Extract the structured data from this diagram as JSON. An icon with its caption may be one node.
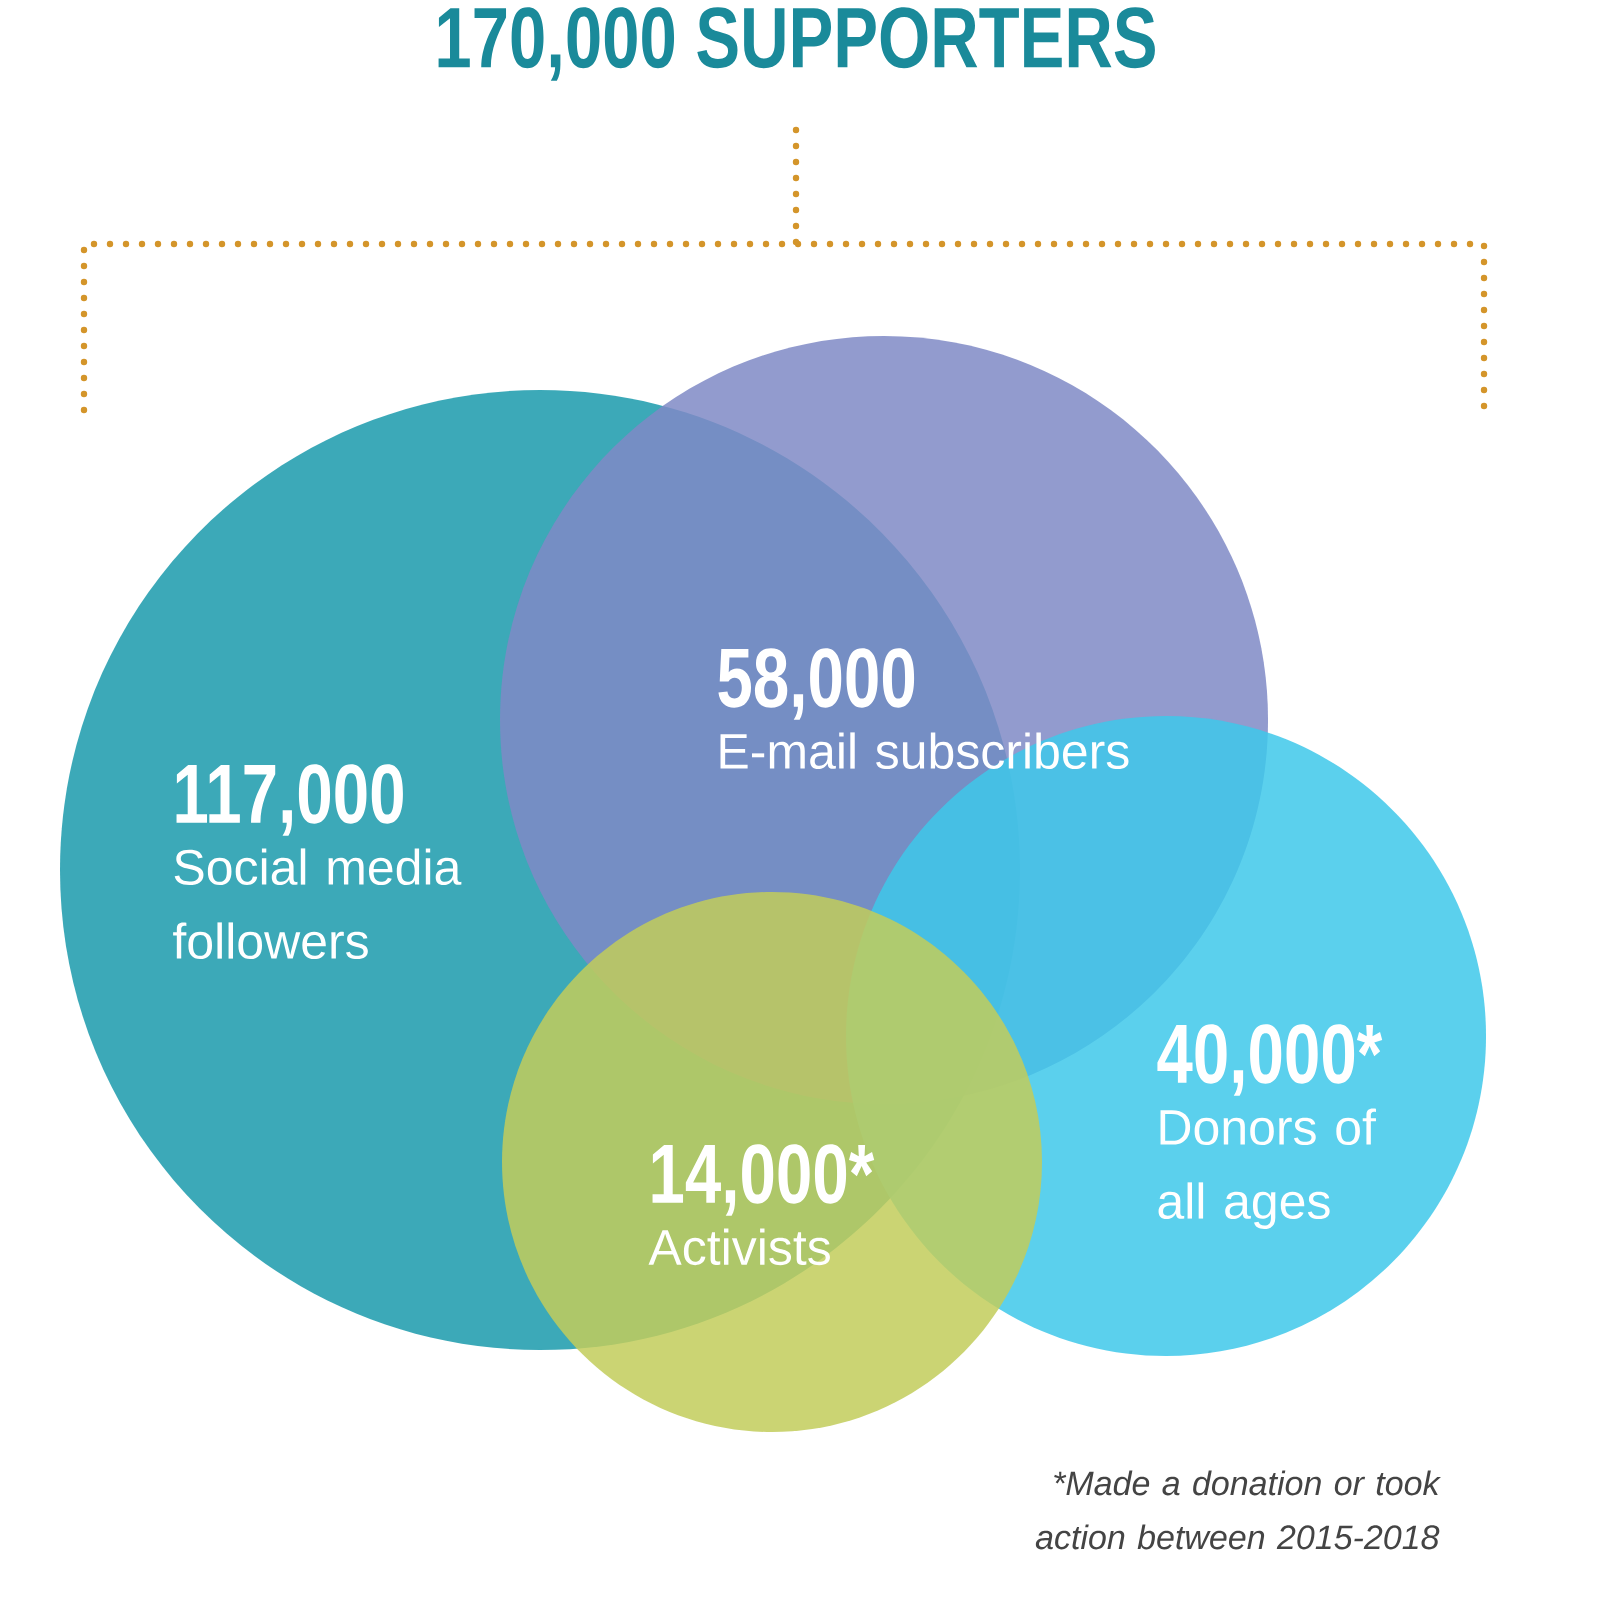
{
  "diagram": {
    "title": "170,000 SUPPORTERS",
    "nodes": [
      {
        "text": [
          "117,000",
          "Social media followers"
        ]
      },
      {
        "text": [
          "58,000",
          "E-mail subscribers"
        ]
      },
      {
        "text": [
          "40,000*",
          "Donors of all ages"
        ]
      },
      {
        "text": [
          "14,000*",
          "Activists"
        ]
      }
    ],
    "labels": [
      "*Made a donation or took action between 2015-2018"
    ]
  }
}
